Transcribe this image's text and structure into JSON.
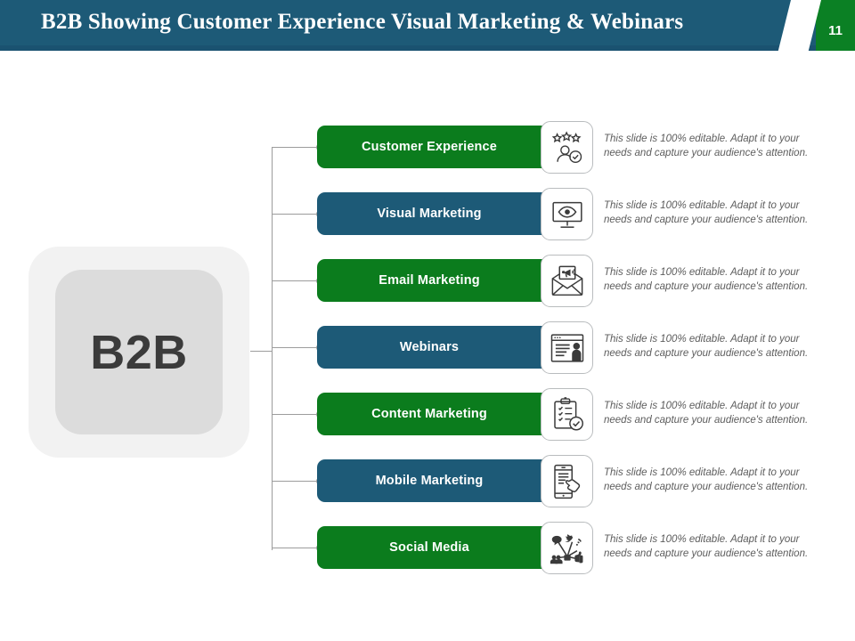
{
  "header": {
    "title": "B2B Showing Customer Experience Visual Marketing & Webinars",
    "slide_number": "11",
    "bg_color": "#1d5a77",
    "badge_color": "#0b8024"
  },
  "hub": {
    "label": "B2B"
  },
  "colors": {
    "green": "#0b7c1d",
    "teal": "#1d5a77",
    "connector": "#9c9c9c",
    "description_text": "#5d5d5d"
  },
  "rows": [
    {
      "label": "Customer Experience",
      "color": "green",
      "icon": "customer-rating-icon",
      "description": "This slide is 100% editable. Adapt it to your needs and capture your audience's attention."
    },
    {
      "label": "Visual Marketing",
      "color": "teal",
      "icon": "monitor-eye-icon",
      "description": "This slide is 100% editable. Adapt it to your needs and capture your audience's attention."
    },
    {
      "label": "Email Marketing",
      "color": "green",
      "icon": "envelope-megaphone-icon",
      "description": "This slide is 100% editable. Adapt it to your needs and capture your audience's attention."
    },
    {
      "label": "Webinars",
      "color": "teal",
      "icon": "presentation-screen-icon",
      "description": "This slide is 100% editable. Adapt it to your needs and capture your audience's attention."
    },
    {
      "label": "Content Marketing",
      "color": "green",
      "icon": "clipboard-checklist-icon",
      "description": "This slide is 100% editable. Adapt it to your needs and capture your audience's attention."
    },
    {
      "label": "Mobile Marketing",
      "color": "teal",
      "icon": "mobile-touch-icon",
      "description": "This slide is 100% editable. Adapt it to your needs and capture your audience's attention."
    },
    {
      "label": "Social Media",
      "color": "green",
      "icon": "social-network-icon",
      "description": "This slide is 100% editable. Adapt it to your needs and capture your audience's attention."
    }
  ]
}
